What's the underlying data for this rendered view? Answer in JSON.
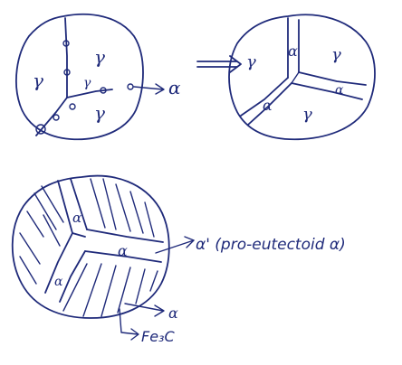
{
  "panels": {
    "top_left": {
      "gamma_labels": [
        "γ",
        "γ",
        "γ",
        "γ"
      ],
      "arrow_label": "α"
    },
    "top_right": {
      "gamma_labels": [
        "γ",
        "γ",
        "γ"
      ],
      "alpha_labels": [
        "α",
        "α",
        "α"
      ]
    },
    "bottom": {
      "alpha_labels": [
        "α",
        "α",
        "α"
      ],
      "pro_eutectoid_label": "α' (pro-eutectoid α)",
      "lamella_alpha_label": "α",
      "cementite_label": "Fe₃C"
    }
  }
}
